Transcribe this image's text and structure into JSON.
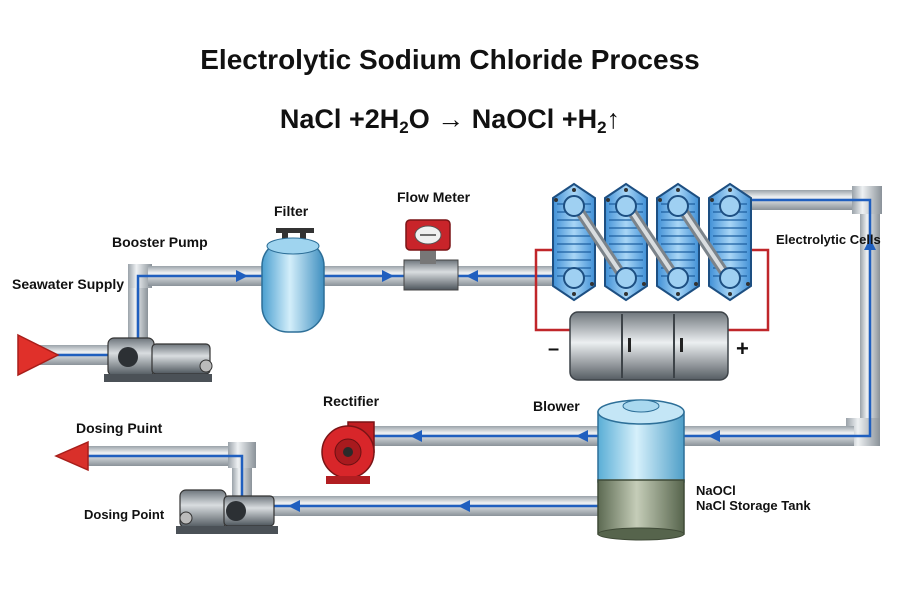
{
  "title": "Electrolytic Sodium Chloride Process",
  "equation": {
    "reactant1": "NaCl",
    "plus1": "+",
    "reactant2_coef": "2H",
    "reactant2_sub": "2",
    "reactant2_rest": "O",
    "arrow": "→",
    "product1": "NaOCl",
    "plus2": "+",
    "product2": "H",
    "product2_sub": "2",
    "gas_arrow": "↑"
  },
  "labels": {
    "seawater_supply": "Seawater Supply",
    "booster_pump": "Booster Pump",
    "filter": "Filter",
    "flow_meter": "Flow Meter",
    "electrolytic_cells": "Electrolytic Cells",
    "rectifier": "Rectifier",
    "blower": "Blower",
    "dosing_puint": "Dosing Puint",
    "dosing_point": "Dosing Point",
    "tank_line1": "NaOCl",
    "tank_line2": "NaCl Storage Tank",
    "minus_sign": "–",
    "plus_sign": "+"
  },
  "colors": {
    "pipe": "#c9ced3",
    "flow_line": "#1f5fbf",
    "inlet_arrow": "#e0302a",
    "outlet_arrow": "#d9302a",
    "cell_blue": "#5aa8e6",
    "blower_red": "#d8262a",
    "wire_red": "#c0262a",
    "tank_blue": "#8ccbe8",
    "tank_green": "#7d8a70",
    "flow_meter_red": "#c8242a"
  }
}
